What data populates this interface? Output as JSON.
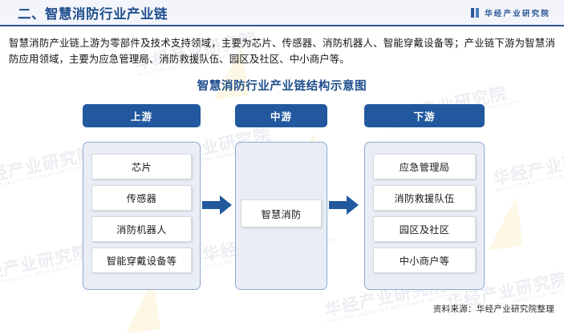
{
  "header": {
    "title": "二、智慧消防行业产业链",
    "brand_name": "华经产业研究院",
    "brand_icon": "book-mark-icon",
    "accent_color": "#2b5797",
    "background_color": "#f3f5fb"
  },
  "intro": {
    "paragraph": "智慧消防产业链上游为零部件及技术支持领域，主要为芯片、传感器、消防机器人、智能穿戴设备等；产业链下游为智慧消防应用领域，主要为应急管理局、消防救援队伍、园区及社区、中小商户等。"
  },
  "chart_data": {
    "type": "diagram",
    "title": "智慧消防行业产业链结构示意图",
    "diagram_kind": "value-chain",
    "flow_direction": "left-to-right",
    "accent_color": "#22599e",
    "panel_fill": "#e9eef6",
    "node_fill": "#ffffff",
    "columns": [
      {
        "id": "upstream",
        "header": "上游",
        "nodes": [
          "芯片",
          "传感器",
          "消防机器人",
          "智能穿戴设备等"
        ]
      },
      {
        "id": "midstream",
        "header": "中游",
        "nodes": [
          "智慧消防"
        ]
      },
      {
        "id": "downstream",
        "header": "下游",
        "nodes": [
          "应急管理局",
          "消防救援队伍",
          "园区及社区",
          "中小商户等"
        ]
      }
    ],
    "connectors": [
      {
        "from": "upstream",
        "to": "midstream",
        "glyph": "right-arrow"
      },
      {
        "from": "midstream",
        "to": "downstream",
        "glyph": "right-arrow"
      }
    ]
  },
  "watermark": {
    "cn": "华经产业研究院",
    "en": "HUAJING INDUSTRY RESEARCH INSTITUTE"
  },
  "footer": {
    "source": "资料来源：华经产业研究院整理"
  }
}
